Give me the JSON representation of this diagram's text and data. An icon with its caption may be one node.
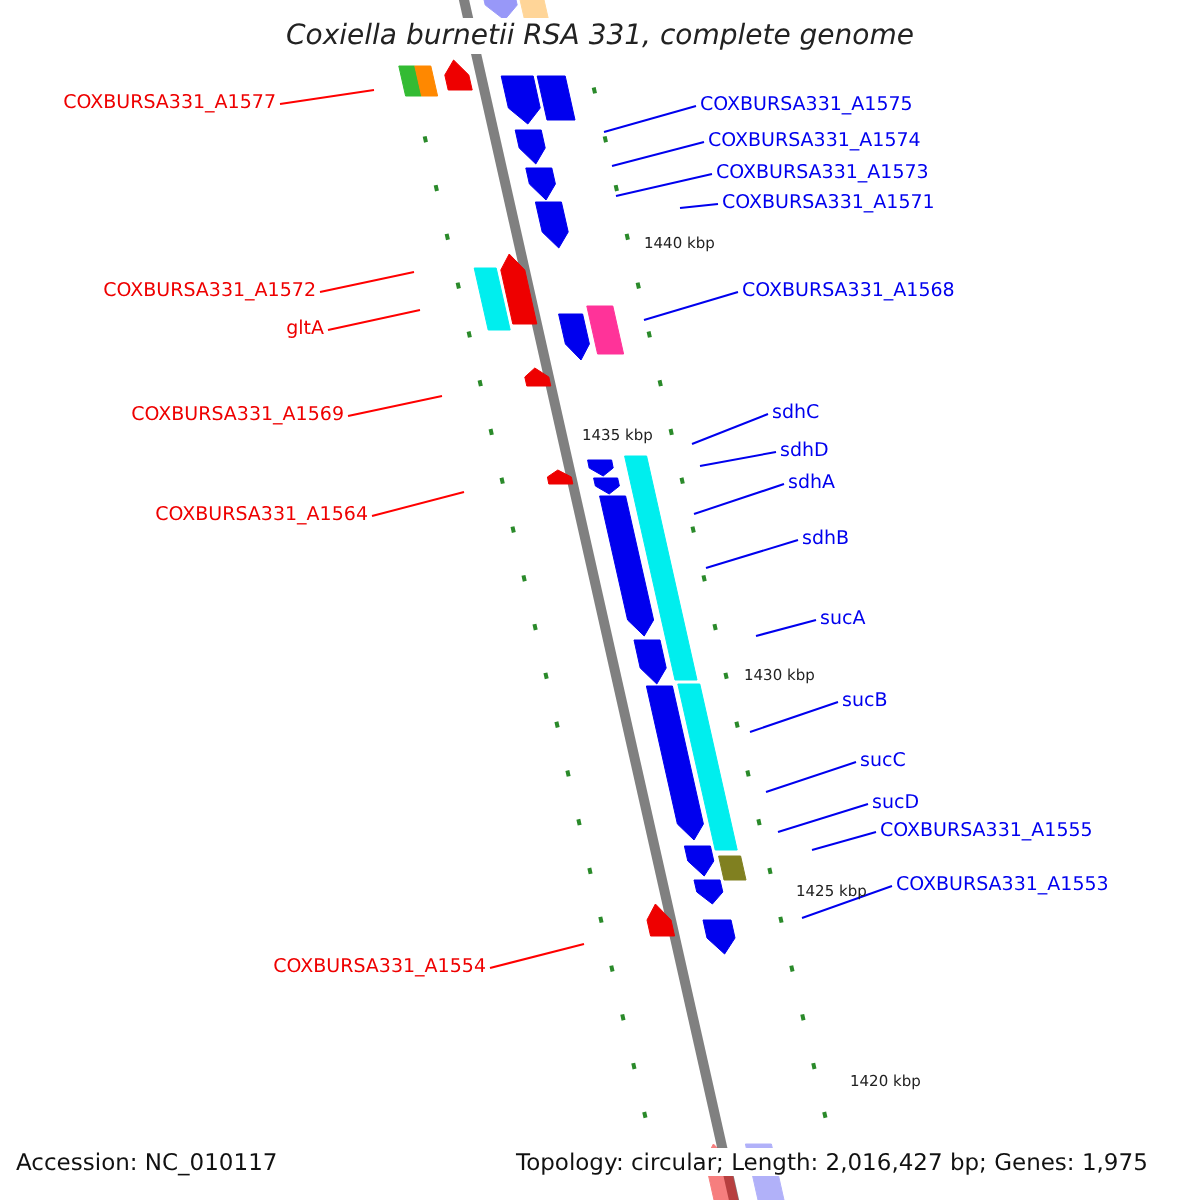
{
  "diagram": {
    "title": "Coxiella burnetii RSA 331, complete genome",
    "nodes": [
      {
        "text": [
          "COXBURSA331_A1577"
        ]
      },
      {
        "text": [
          "COXBURSA331_A1575"
        ]
      },
      {
        "text": [
          "COXBURSA331_A1574"
        ]
      },
      {
        "text": [
          "COXBURSA331_A1573"
        ]
      },
      {
        "text": [
          "COXBURSA331_A1571"
        ]
      },
      {
        "text": [
          "COXBURSA331_A1572"
        ]
      },
      {
        "text": [
          "COXBURSA331_A1568"
        ]
      },
      {
        "text": [
          "gltA"
        ]
      },
      {
        "text": [
          "COXBURSA331_A1569"
        ]
      },
      {
        "text": [
          "sdhC"
        ]
      },
      {
        "text": [
          "sdhD"
        ]
      },
      {
        "text": [
          "sdhA"
        ]
      },
      {
        "text": [
          "COXBURSA331_A1564"
        ]
      },
      {
        "text": [
          "sdhB"
        ]
      },
      {
        "text": [
          "sucA"
        ]
      },
      {
        "text": [
          "sucB"
        ]
      },
      {
        "text": [
          "sucC"
        ]
      },
      {
        "text": [
          "sucD"
        ]
      },
      {
        "text": [
          "COXBURSA331_A1555"
        ]
      },
      {
        "text": [
          "COXBURSA331_A1553"
        ]
      },
      {
        "text": [
          "COXBURSA331_A1554"
        ]
      }
    ],
    "edges": [
      {
        "from": 0,
        "to": null,
        "arrow": "none",
        "color": "#ff0000"
      },
      {
        "from": 1,
        "to": null,
        "arrow": "none"
      },
      {
        "from": 2,
        "to": null,
        "arrow": "none"
      },
      {
        "from": 3,
        "to": null,
        "arrow": "none"
      },
      {
        "from": 4,
        "to": null,
        "arrow": "none"
      },
      {
        "from": 5,
        "to": null,
        "arrow": "none",
        "color": "#ff0000"
      },
      {
        "from": 6,
        "to": null,
        "arrow": "none"
      },
      {
        "from": 7,
        "to": null,
        "arrow": "none",
        "color": "#ff0000"
      },
      {
        "from": 8,
        "to": null,
        "arrow": "none",
        "color": "#ff0000"
      },
      {
        "from": 9,
        "to": null,
        "arrow": "none"
      },
      {
        "from": 10,
        "to": null,
        "arrow": "none"
      },
      {
        "from": 11,
        "to": null,
        "arrow": "none"
      },
      {
        "from": 12,
        "to": null,
        "arrow": "none",
        "color": "#ff0000"
      },
      {
        "from": 13,
        "to": null,
        "arrow": "none"
      },
      {
        "from": 14,
        "to": null,
        "arrow": "none"
      },
      {
        "from": 15,
        "to": null,
        "arrow": "none"
      },
      {
        "from": 16,
        "to": null,
        "arrow": "none"
      },
      {
        "from": 17,
        "to": null,
        "arrow": "none"
      },
      {
        "from": 18,
        "to": null,
        "arrow": "none"
      },
      {
        "from": 19,
        "to": null,
        "arrow": "none"
      },
      {
        "from": 20,
        "to": null,
        "arrow": "none",
        "color": "#ff0000"
      }
    ],
    "labels": [
      "1440 kbp",
      "1435 kbp",
      "1430 kbp",
      "1425 kbp",
      "1420 kbp",
      "Accession: NC_010117",
      "Topology: circular; Length: 2,016,427 bp; Genes: 1,975"
    ]
  }
}
